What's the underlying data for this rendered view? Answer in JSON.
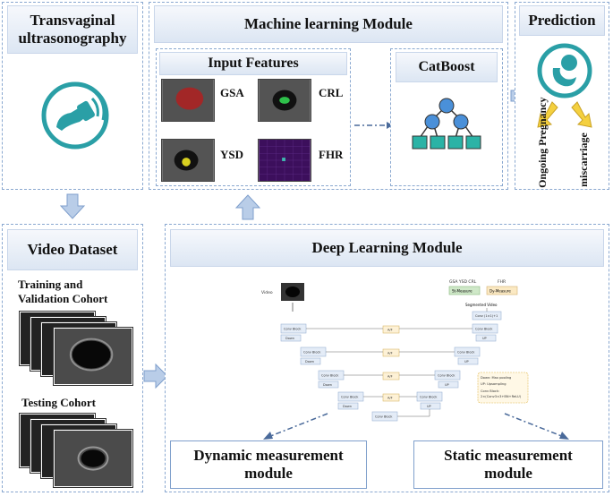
{
  "panels": {
    "tvus": {
      "title": "Transvaginal ultrasonography",
      "icon": "ultrasound-probe-icon"
    },
    "ml": {
      "title": "Machine learning Module",
      "input_features": {
        "title": "Input Features",
        "items": [
          {
            "label": "GSA"
          },
          {
            "label": "CRL"
          },
          {
            "label": "YSD"
          },
          {
            "label": "FHR"
          }
        ]
      },
      "catboost": {
        "title": "CatBoost",
        "icon": "decision-tree-icon"
      }
    },
    "prediction": {
      "title": "Prediction",
      "icon": "fetus-icon",
      "outcomes": [
        "Ongoing Pregnancy",
        "miscarriage"
      ]
    },
    "video": {
      "title": "Video Dataset",
      "training_label": "Training and Validation Cohort",
      "testing_label": "Testing Cohort"
    },
    "dl": {
      "title": "Deep Learning Module",
      "network": {
        "video_label": "Video",
        "top_labels": {
          "static": "GSA YSD CRL",
          "dynamic": "FHR"
        },
        "s_measure": "St-Measure",
        "dy_measure": "Dy-Measure",
        "segmented": "Segmented Video",
        "conv_out": "Conv (1×1)+1",
        "conv_block": "Conv Block",
        "down": "Down",
        "up": "UP",
        "aff": "A/F",
        "legend": [
          "Down: Max pooling",
          "UP: Upsampling",
          "Conv Block:",
          "2×(Conv3×3+BN+ReLU)"
        ]
      },
      "dynamic_module": "Dynamic measurement module",
      "static_module": "Static measurement module"
    }
  },
  "colors": {
    "accent": "#8aa8d0",
    "arrow_blue": "#b9cde8",
    "arrow_yellow": "#f4d03f",
    "teal": "#2a9fa6",
    "cat_blue": "#4a90d9",
    "cat_teal": "#2bb3a6"
  }
}
